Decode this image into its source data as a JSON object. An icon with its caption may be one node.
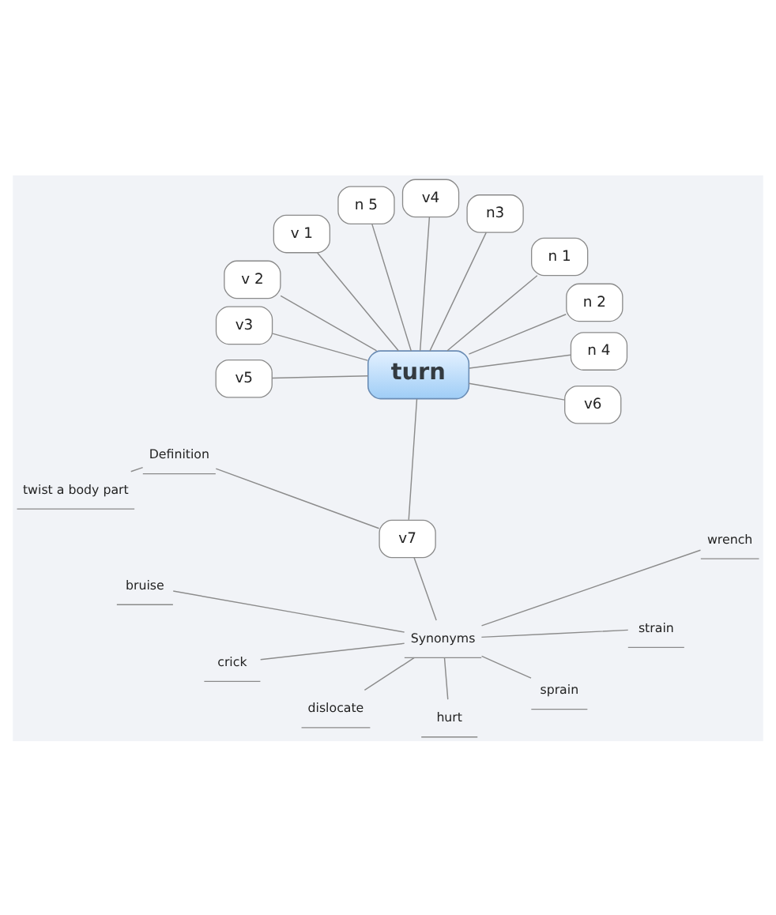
{
  "diagram": {
    "nodes": [
      {
        "text": [
          "turn"
        ]
      },
      {
        "text": [
          "n3"
        ]
      },
      {
        "text": [
          "n 1"
        ]
      },
      {
        "text": [
          "n 2"
        ]
      },
      {
        "text": [
          "n 4"
        ]
      },
      {
        "text": [
          "v6"
        ]
      },
      {
        "text": [
          "v7"
        ]
      },
      {
        "text": [
          "Definition"
        ]
      },
      {
        "text": [
          "twist a body part"
        ]
      },
      {
        "text": [
          "Synonyms"
        ]
      },
      {
        "text": [
          "bruise"
        ]
      },
      {
        "text": [
          "crick"
        ]
      },
      {
        "text": [
          "dislocate"
        ]
      },
      {
        "text": [
          "hurt"
        ]
      },
      {
        "text": [
          "sprain"
        ]
      },
      {
        "text": [
          "strain"
        ]
      },
      {
        "text": [
          "wrench"
        ]
      },
      {
        "text": [
          "v5"
        ]
      },
      {
        "text": [
          "v3"
        ]
      },
      {
        "text": [
          "v 2"
        ]
      },
      {
        "text": [
          "v 1"
        ]
      },
      {
        "text": [
          "n 5"
        ]
      },
      {
        "text": [
          "v4"
        ]
      }
    ],
    "edges": [
      {
        "from": 0,
        "to": 1,
        "arrow": "none"
      },
      {
        "from": 0,
        "to": 2,
        "arrow": "none"
      },
      {
        "from": 0,
        "to": 3,
        "arrow": "none"
      },
      {
        "from": 0,
        "to": 4,
        "arrow": "none"
      },
      {
        "from": 0,
        "to": 5,
        "arrow": "none"
      },
      {
        "from": 0,
        "to": 6,
        "arrow": "none"
      },
      {
        "from": 6,
        "to": 7,
        "arrow": "none"
      },
      {
        "from": 7,
        "to": 8,
        "arrow": "none"
      },
      {
        "from": 6,
        "to": 9,
        "arrow": "none"
      },
      {
        "from": 9,
        "to": 10,
        "arrow": "none"
      },
      {
        "from": 9,
        "to": 11,
        "arrow": "none"
      },
      {
        "from": 9,
        "to": 12,
        "arrow": "none"
      },
      {
        "from": 9,
        "to": 13,
        "arrow": "none"
      },
      {
        "from": 9,
        "to": 14,
        "arrow": "none"
      },
      {
        "from": 9,
        "to": 15,
        "arrow": "none"
      },
      {
        "from": 9,
        "to": 16,
        "arrow": "none"
      },
      {
        "from": 0,
        "to": 17,
        "arrow": "none"
      },
      {
        "from": 0,
        "to": 18,
        "arrow": "none"
      },
      {
        "from": 0,
        "to": 19,
        "arrow": "none"
      },
      {
        "from": 0,
        "to": 20,
        "arrow": "none"
      },
      {
        "from": 0,
        "to": 21,
        "arrow": "none"
      },
      {
        "from": 0,
        "to": 22,
        "arrow": "none"
      }
    ]
  }
}
